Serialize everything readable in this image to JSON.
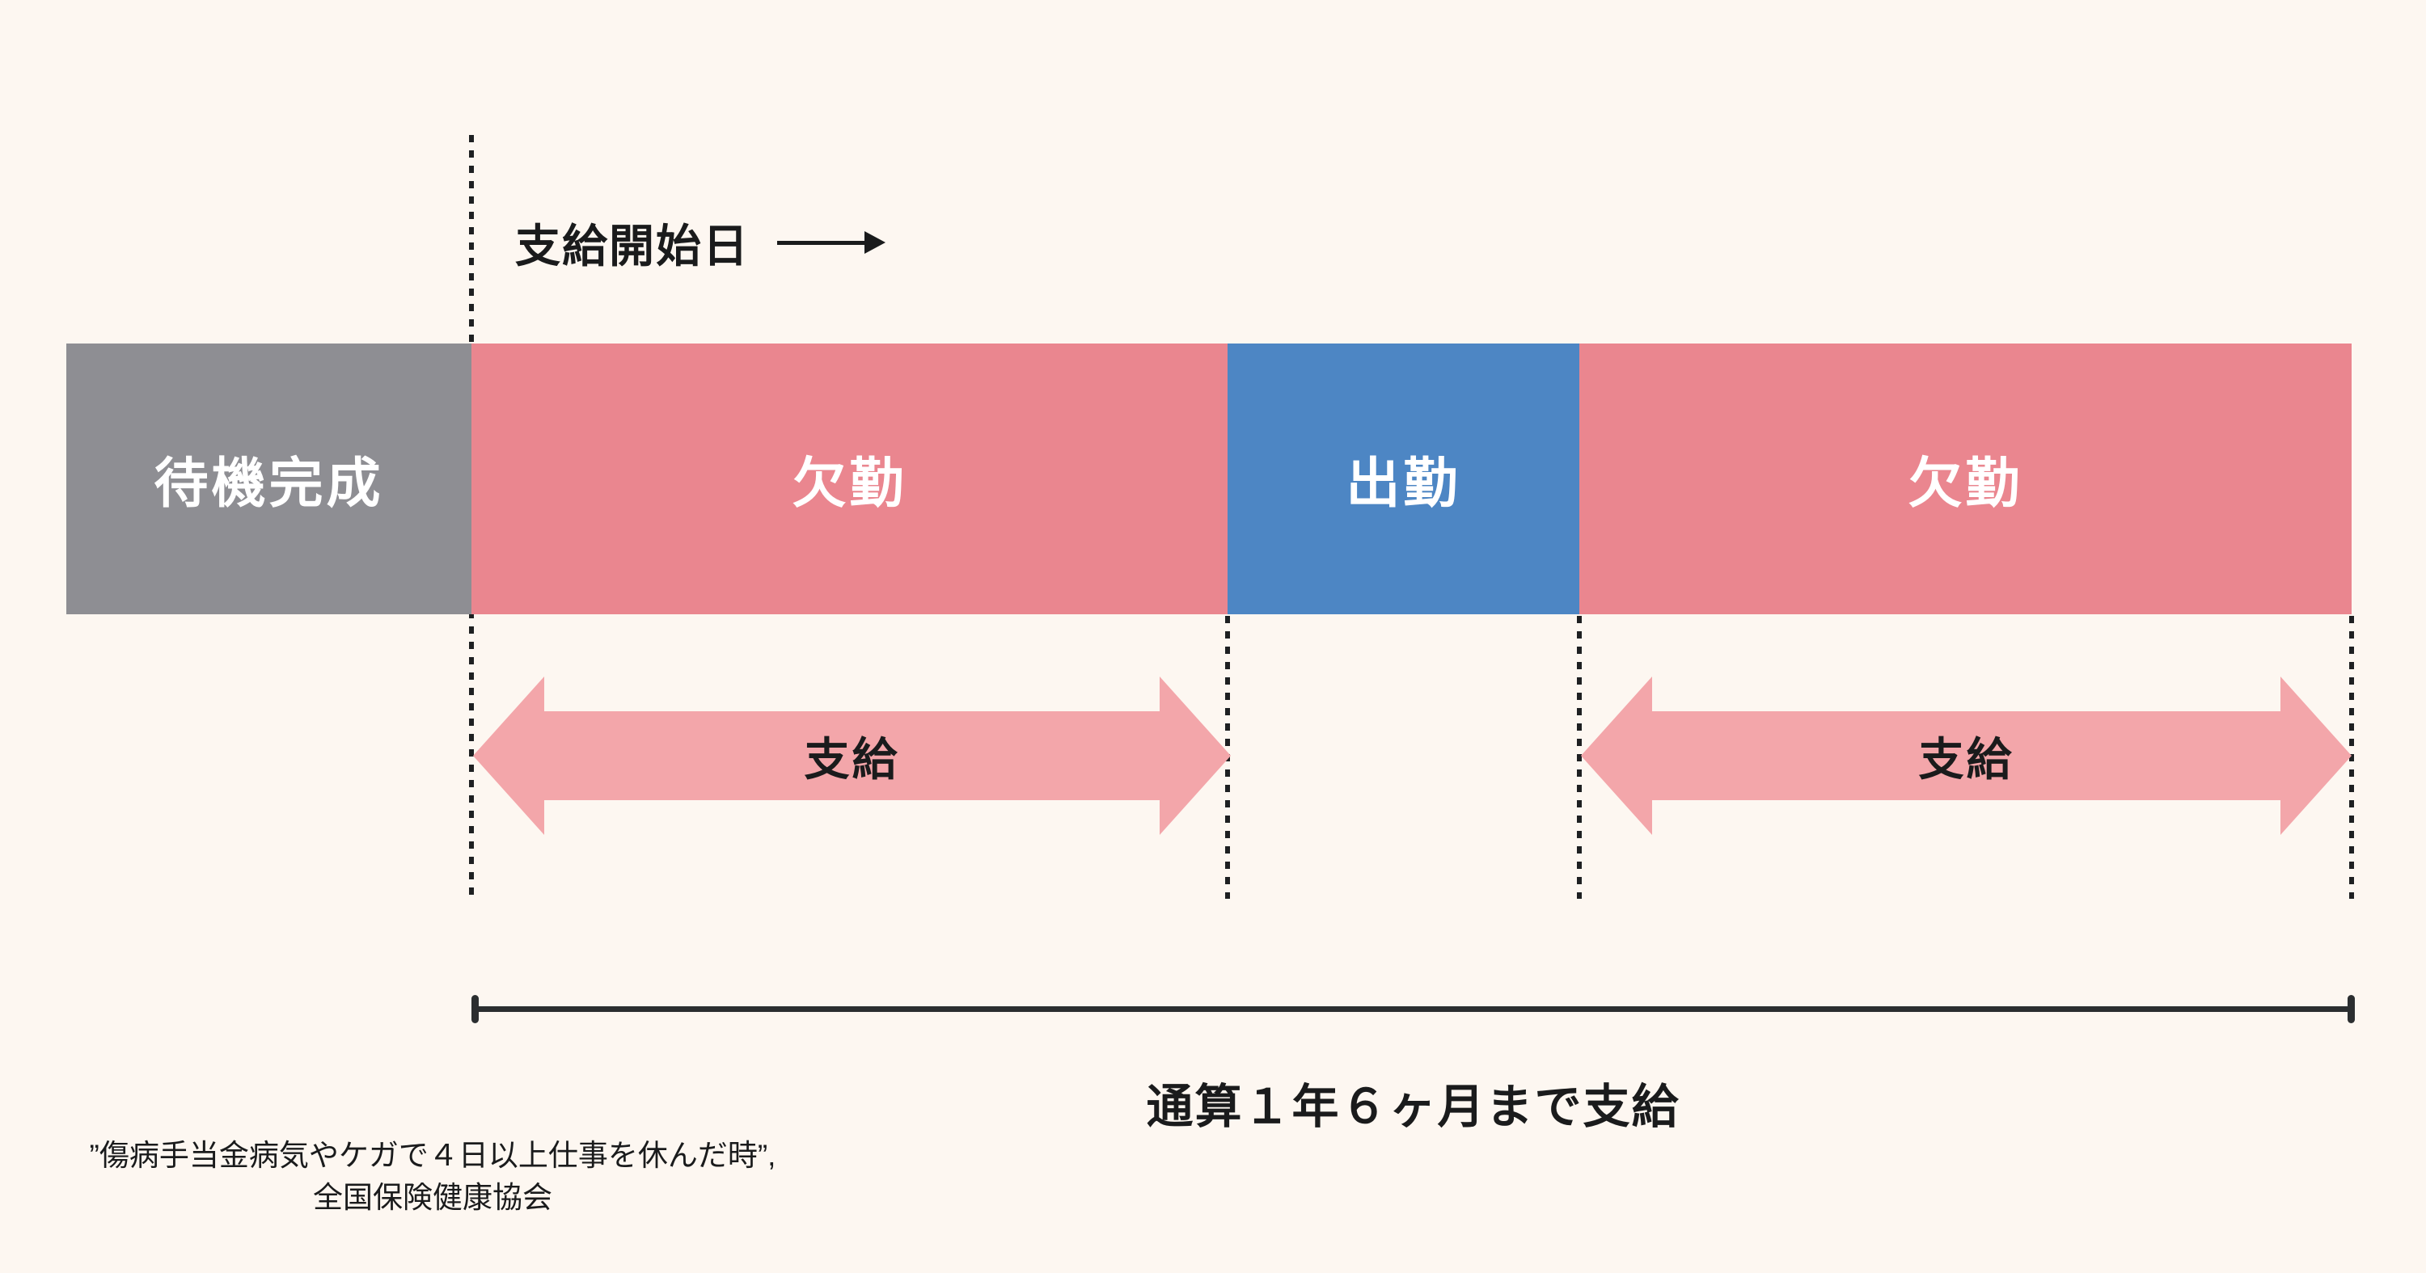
{
  "diagram": {
    "title_hint": "傷病手当金の支給期間の図解",
    "background_color": "#FDF7F1",
    "colors": {
      "waiting_gray": "#8E8E93",
      "absence_pink": "#EA868F",
      "attendance_blue": "#4D86C4",
      "payment_arrow_pink": "#F3A6AA",
      "line_dark": "#2B2E30",
      "text_black": "#1A1B1C"
    },
    "start_annotation": {
      "label": "支給開始日",
      "arrow_icon": "long-right-arrow"
    },
    "timeline": {
      "segments": [
        {
          "id": "waiting",
          "label": "待機完成",
          "color": "#8E8E93"
        },
        {
          "id": "absence_1",
          "label": "欠勤",
          "color": "#EA868F"
        },
        {
          "id": "attendance",
          "label": "出勤",
          "color": "#4D86C4"
        },
        {
          "id": "absence_2",
          "label": "欠勤",
          "color": "#EA868F"
        }
      ]
    },
    "payment_arrows": {
      "left": {
        "label": "支給"
      },
      "right": {
        "label": "支給"
      }
    },
    "duration": {
      "label": "通算１年６ヶ月まで支給"
    },
    "citation": {
      "line1": "”傷病手当金病気やケガで４日以上仕事を休んだ時”,",
      "line2": "全国保険健康協会"
    }
  }
}
